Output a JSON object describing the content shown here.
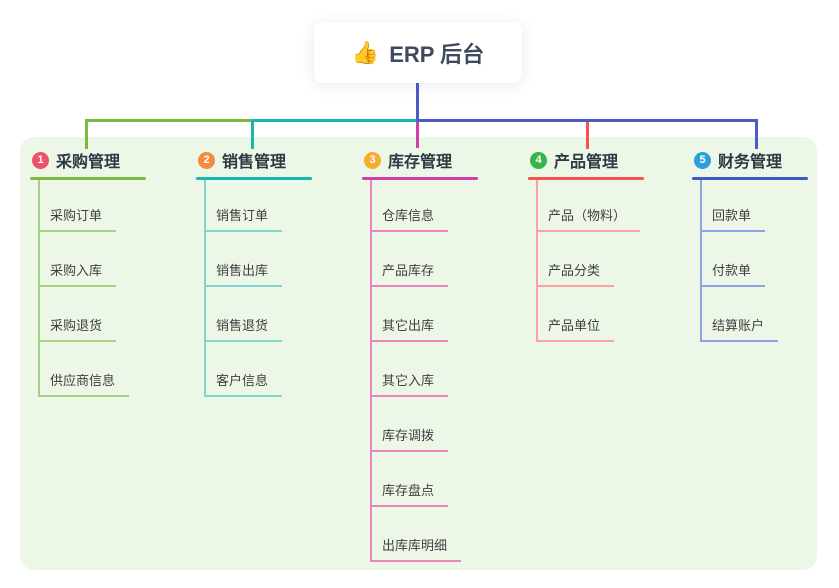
{
  "root": {
    "icon": "👍",
    "label": "ERP 后台"
  },
  "panel_color": "#edf7e8",
  "connector_root_color": "#4a5cc5",
  "branches": [
    {
      "number": "1",
      "title": "采购管理",
      "badge_color": "#ef5368",
      "accent": "#7cb93f",
      "light": "#a6d17e",
      "items": [
        "采购订单",
        "采购入库",
        "采购退货",
        "供应商信息"
      ]
    },
    {
      "number": "2",
      "title": "销售管理",
      "badge_color": "#f68b3d",
      "accent": "#17b8ab",
      "light": "#82d5cd",
      "items": [
        "销售订单",
        "销售出库",
        "销售退货",
        "客户信息"
      ]
    },
    {
      "number": "3",
      "title": "库存管理",
      "badge_color": "#f7ac2f",
      "accent": "#cf3fa7",
      "light": "#ef82bb",
      "items": [
        "仓库信息",
        "产品库存",
        "其它出库",
        "其它入库",
        "库存调拨",
        "库存盘点",
        "出库库明细"
      ]
    },
    {
      "number": "4",
      "title": "产品管理",
      "badge_color": "#35b44a",
      "accent": "#f8514e",
      "light": "#fba3a2",
      "items": [
        "产品（物料）",
        "产品分类",
        "产品单位"
      ]
    },
    {
      "number": "5",
      "title": "财务管理",
      "badge_color": "#2aa0da",
      "accent": "#4059c2",
      "light": "#8fa3e2",
      "items": [
        "回款单",
        "付款单",
        "结算账户"
      ]
    }
  ]
}
